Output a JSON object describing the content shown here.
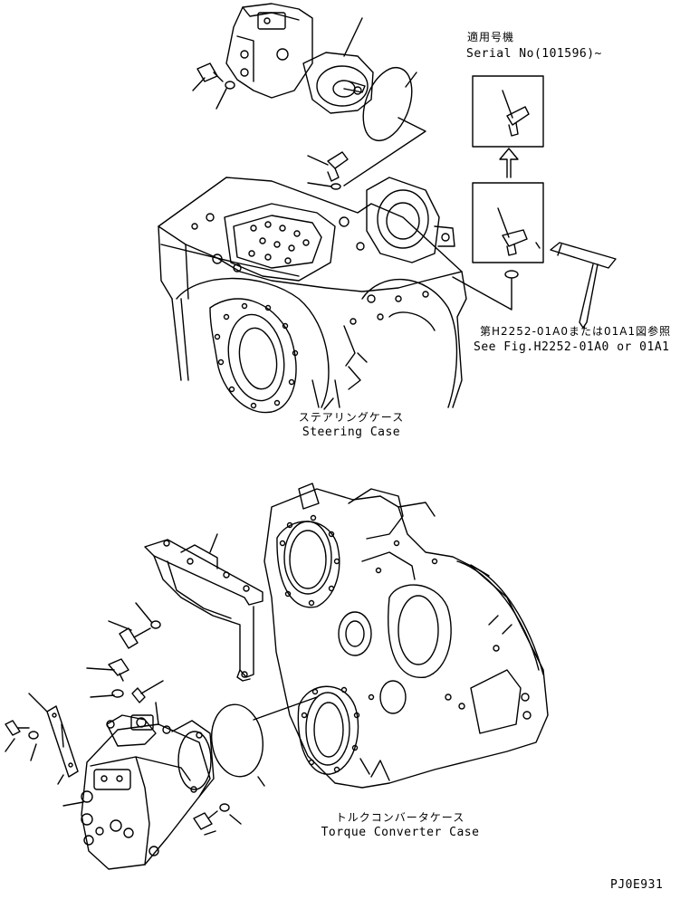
{
  "applicability": {
    "title_jp": "適用号機",
    "serial": "Serial No(101596)~"
  },
  "reference": {
    "jp": "第H2252-01A0または01A1図参照",
    "en": "See Fig.H2252-01A0 or 01A1"
  },
  "steering_case": {
    "jp": "ステアリングケース",
    "en": "Steering Case"
  },
  "torque_converter_case": {
    "jp": "トルクコンバータケース",
    "en": "Torque Converter Case"
  },
  "figure_code": "PJ0E931"
}
